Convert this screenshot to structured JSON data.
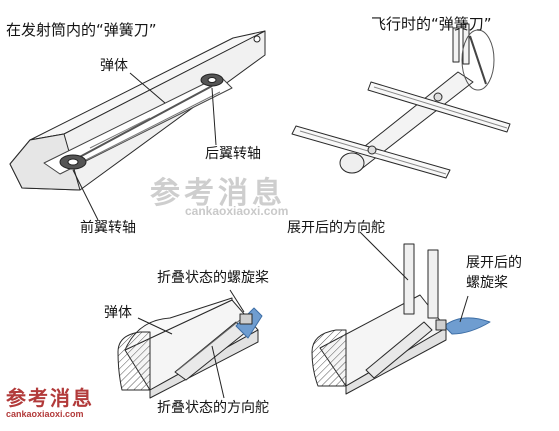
{
  "labels": {
    "in_tube_title": "在发射筒内的“弹簧刀”",
    "in_flight_title": "飞行时的“弹簧刀”",
    "body_top": "弹体",
    "rear_wing_axis": "后翼转轴",
    "front_wing_axis": "前翼转轴",
    "deployed_rudder": "展开后的方向舵",
    "deployed_propeller_line1": "展开后的",
    "deployed_propeller_line2": "螺旋桨",
    "folded_propeller": "折叠状态的螺旋桨",
    "body_bottom": "弹体",
    "folded_rudder": "折叠状态的方向舵"
  },
  "watermark": {
    "logo_text": "参考消息",
    "url_center": "cankaoxiaoxi.com",
    "url_corner": "cankaoxiaoxi.com"
  },
  "colors": {
    "line": "#2a2a2a",
    "tube_fill": "#f4f4f4",
    "tube_side": "#e4e4e4",
    "propeller_blue": "#6f9dd0",
    "watermark_center": "#c9c9c9",
    "watermark_corner": "#b23a3a"
  }
}
